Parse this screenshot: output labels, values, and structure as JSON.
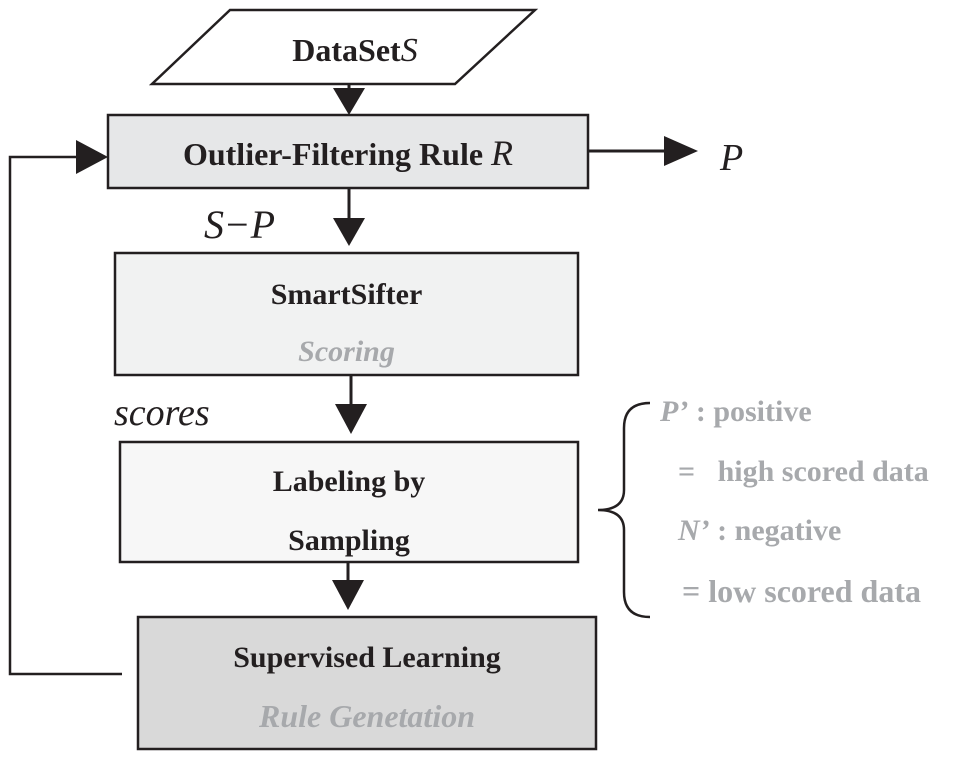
{
  "input": {
    "text": "DataSet",
    "var": "S"
  },
  "filter": {
    "text": "Outlier-Filtering Rule ",
    "var": "R"
  },
  "output_label": "P",
  "edge_s_minus_p": {
    "a": "S",
    "op": "−",
    "b": "P"
  },
  "smartsifter": {
    "title": "SmartSifter",
    "subtitle": "Scoring"
  },
  "edge_scores": "scores",
  "labeling": {
    "line1": "Labeling by",
    "line2": "Sampling"
  },
  "supervised": {
    "title": "Supervised Learning",
    "subtitle": "Rule Genetation"
  },
  "brace_note": {
    "p_sym": "P’",
    "p_desc": " : positive",
    "p_eq": "=   high scored data",
    "n_sym": "N’",
    "n_desc": " : negative",
    "n_eq": "= low scored data"
  },
  "colors": {
    "stroke": "#231f20",
    "filter_fill": "#e6e7e8",
    "smartsifter_fill": "#f1f2f2",
    "labeling_fill": "#f7f7f7",
    "supervised_fill": "#d9d9d9",
    "gray_text": "#a7a9ac"
  }
}
